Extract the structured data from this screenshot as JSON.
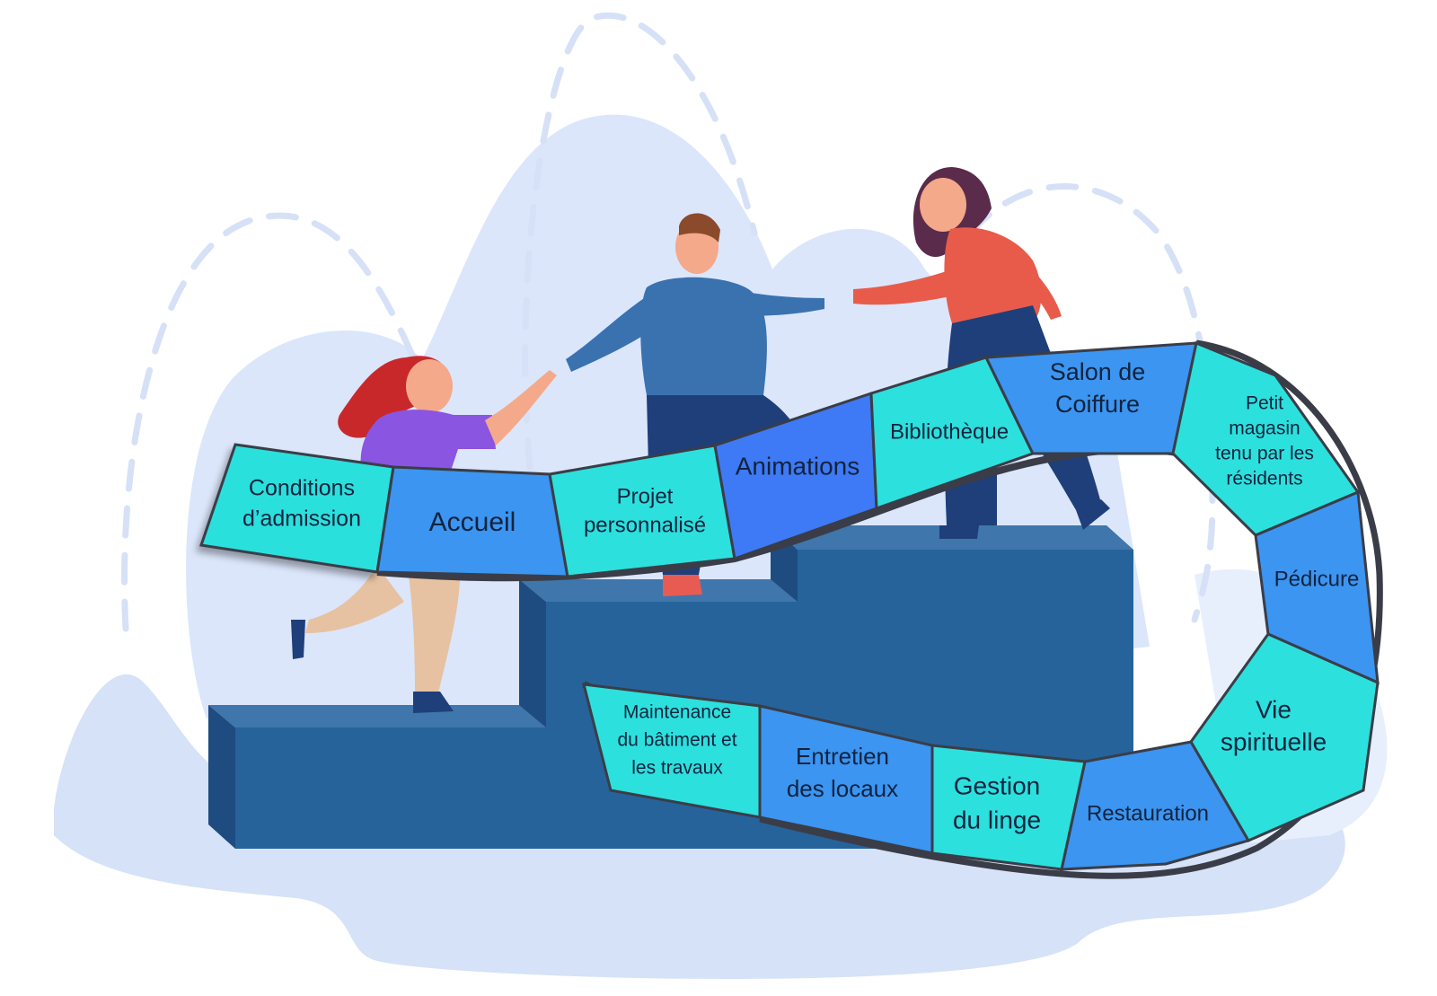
{
  "colors": {
    "background_blob": "#dbe6fb",
    "background_blob_light": "#e7effd",
    "dash": "#d6e1f7",
    "step_front": "#26639b",
    "step_top": "#3f76ab",
    "step_side": "#1e4c80",
    "tile_cyan": "#2ce0dd",
    "tile_blue": "#3b95f1",
    "tile_deep": "#3e7af5",
    "tile_border": "#3a3d47",
    "text": "#12233d"
  },
  "path": {
    "tiles": [
      {
        "id": "conditions",
        "lines": [
          "Conditions",
          "d’admission"
        ],
        "color": "cyan"
      },
      {
        "id": "accueil",
        "lines": [
          "Accueil"
        ],
        "color": "blue"
      },
      {
        "id": "projet",
        "lines": [
          "Projet",
          "personnalisé"
        ],
        "color": "cyan"
      },
      {
        "id": "animations",
        "lines": [
          "Animations"
        ],
        "color": "deep"
      },
      {
        "id": "bibliotheque",
        "lines": [
          "Bibliothèque"
        ],
        "color": "cyan"
      },
      {
        "id": "salon",
        "lines": [
          "Salon de",
          "Coiffure"
        ],
        "color": "blue"
      },
      {
        "id": "magasin",
        "lines": [
          "Petit",
          "magasin",
          "tenu par les",
          "résidents"
        ],
        "color": "cyan"
      },
      {
        "id": "pedicure",
        "lines": [
          "Pédicure"
        ],
        "color": "blue"
      },
      {
        "id": "vie",
        "lines": [
          "Vie",
          "spirituelle"
        ],
        "color": "cyan"
      },
      {
        "id": "restauration",
        "lines": [
          "Restauration"
        ],
        "color": "blue"
      },
      {
        "id": "linge",
        "lines": [
          "Gestion",
          "du linge"
        ],
        "color": "cyan"
      },
      {
        "id": "locaux",
        "lines": [
          "Entretien",
          "des locaux"
        ],
        "color": "blue"
      },
      {
        "id": "maintenance",
        "lines": [
          "Maintenance",
          "du bâtiment et",
          "les travaux"
        ],
        "color": "cyan"
      }
    ]
  }
}
